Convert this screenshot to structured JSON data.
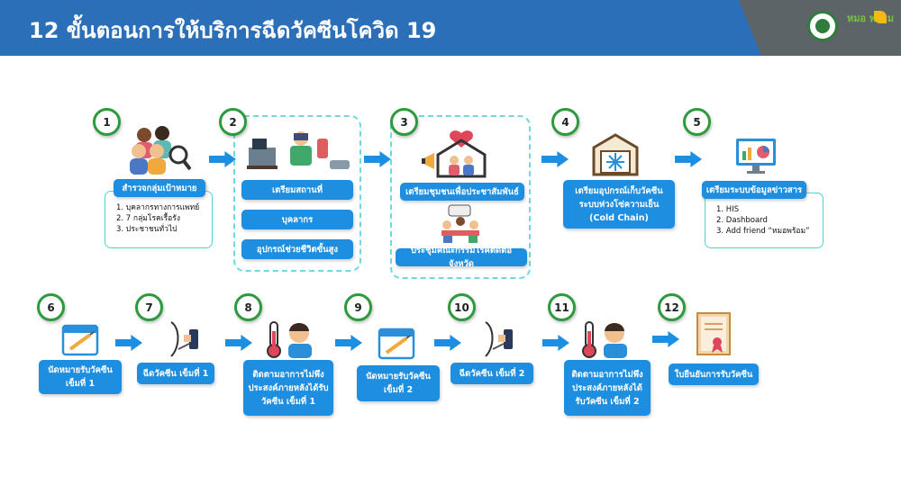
{
  "header": {
    "title": "12 ขั้นตอนการให้บริการฉีดวัคซีนโควิด 19",
    "logo_text": "หมอ พร้อม",
    "colors": {
      "bar": "#2a6fb8",
      "accent": "#1e8ee0",
      "circle_border": "#2e9a3e"
    }
  },
  "steps": [
    {
      "number": "1",
      "label": "สำรวจกลุ่มเป้าหมาย",
      "notes": [
        "1. บุคลากรทางการแพทย์",
        "2. 7 กลุ่มโรคเรื้อรัง",
        "3. ประชาชนทั่วไป"
      ],
      "icon": "group-search-icon"
    },
    {
      "number": "2",
      "labels": [
        "เตรียมสถานที่",
        "บุคลากร",
        "อุปกรณ์ช่วยชีวิตขั้นสูง"
      ],
      "icon": "clinic-staff-icon"
    },
    {
      "number": "3",
      "labels": [
        "เตรียมชุมชนเพื่อประชาสัมพันธ์",
        "ประชุมคณะกรรมโรคติดต่อจังหวัด"
      ],
      "icon": "community-icon",
      "icon2": "meeting-icon"
    },
    {
      "number": "4",
      "label": "เตรียมอุปกรณ์เก็บวัคซีน ระบบห่วงโซ่ความเย็น (Cold Chain)",
      "icon": "cold-storage-icon"
    },
    {
      "number": "5",
      "label": "เตรียมระบบข้อมูลข่าวสาร",
      "notes": [
        "1. HIS",
        "2. Dashboard",
        "3. Add friend “หมอพร้อม”"
      ],
      "icon": "monitor-chart-icon"
    },
    {
      "number": "6",
      "label": "นัดหมายรับวัคซีน เข็มที่ 1",
      "icon": "calendar-syringe-icon"
    },
    {
      "number": "7",
      "label": "ฉีดวัคซีน เข็มที่ 1",
      "icon": "injection-arm-icon"
    },
    {
      "number": "8",
      "label": "ติดตามอาการไม่พึงประสงค์ภายหลังได้รับวัคซีน เข็มที่ 1",
      "icon": "thermometer-person-icon"
    },
    {
      "number": "9",
      "label": "นัดหมายรับวัคซีน เข็มที่ 2",
      "icon": "calendar-syringe-icon"
    },
    {
      "number": "10",
      "label": "ฉีดวัคซีน เข็มที่ 2",
      "icon": "injection-arm-icon"
    },
    {
      "number": "11",
      "label": "ติดตามอาการไม่พึงประสงค์ภายหลังได้รับวัคซีน เข็มที่ 2",
      "icon": "thermometer-person-icon"
    },
    {
      "number": "12",
      "label": "ใบยืนยันการรับวัคซีน",
      "icon": "certificate-icon"
    }
  ]
}
